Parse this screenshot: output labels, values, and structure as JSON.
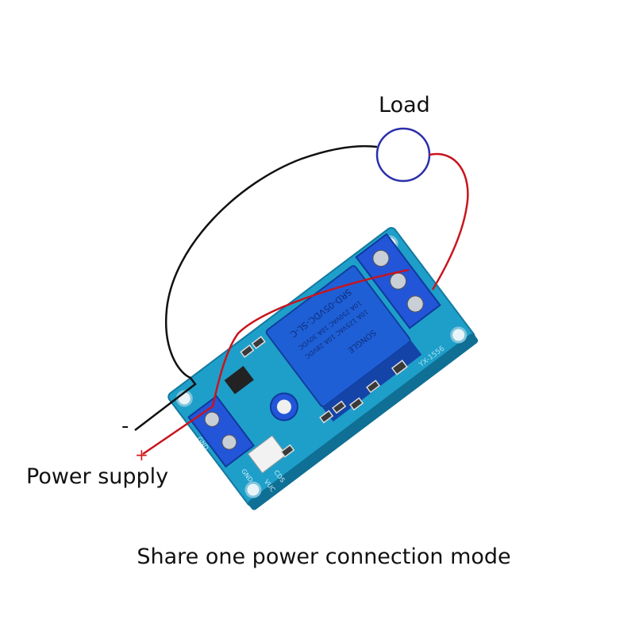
{
  "load": {
    "label": "Load",
    "circle_color": "#2b2fa8"
  },
  "power": {
    "label": "Power supply",
    "minus": "-",
    "plus": "+",
    "plus_color": "#d11a1a"
  },
  "caption": "Share one power connection mode",
  "board": {
    "model": "YX-1556",
    "relay_text": [
      "SRD-05VDC-SL-C",
      "10A 250VAC 10A 30VDC",
      "10A 125VAC 10A 28VDC",
      "SONGLE"
    ],
    "pin_labels": [
      "GND",
      "VUC",
      "CDS"
    ],
    "pcb_color": "#1e9fc9",
    "relay_color": "#1f5fd6"
  },
  "wires": {
    "negative_color": "#111111",
    "positive_color": "#c8141e"
  }
}
